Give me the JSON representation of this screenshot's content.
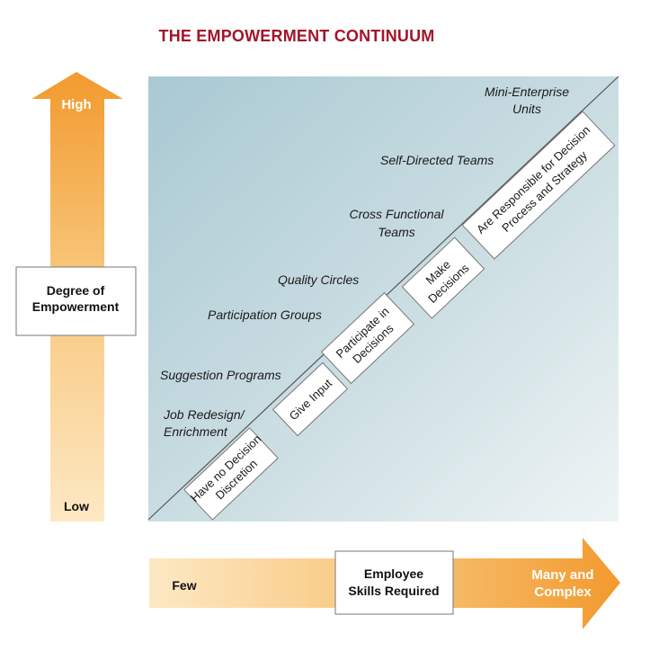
{
  "title": "THE EMPOWERMENT CONTINUUM",
  "vertical_axis": {
    "high_label": "High",
    "box_line1": "Degree of",
    "box_line2": "Empowerment",
    "low_label": "Low"
  },
  "horizontal_axis": {
    "few_label": "Few",
    "box_line1": "Employee",
    "box_line2": "Skills Required",
    "right_line1": "Many and",
    "right_line2": "Complex"
  },
  "programs": [
    {
      "line1": "Job Redesign/",
      "line2": "Enrichment"
    },
    {
      "line1": "Suggestion Programs"
    },
    {
      "line1": "Participation Groups"
    },
    {
      "line1": "Quality Circles"
    },
    {
      "line1": "Cross Functional",
      "line2": "Teams"
    },
    {
      "line1": "Self-Directed Teams"
    },
    {
      "line1": "Mini-Enterprise",
      "line2": "Units"
    }
  ],
  "steps": [
    {
      "line1": "Have no Decision",
      "line2": "Discretion"
    },
    {
      "line1": "Give Input"
    },
    {
      "line1": "Participate in",
      "line2": "Decisions"
    },
    {
      "line1": "Make",
      "line2": "Decisions"
    },
    {
      "line1": "Are Responsible for Decision",
      "line2": "Process and Strategy"
    }
  ],
  "colors": {
    "title": "#a3142a",
    "arrow_dark": "#f29a2e",
    "arrow_light": "#fde8c4",
    "panel_top": "#a9c9d3",
    "panel_bottom": "#eef4f5"
  }
}
